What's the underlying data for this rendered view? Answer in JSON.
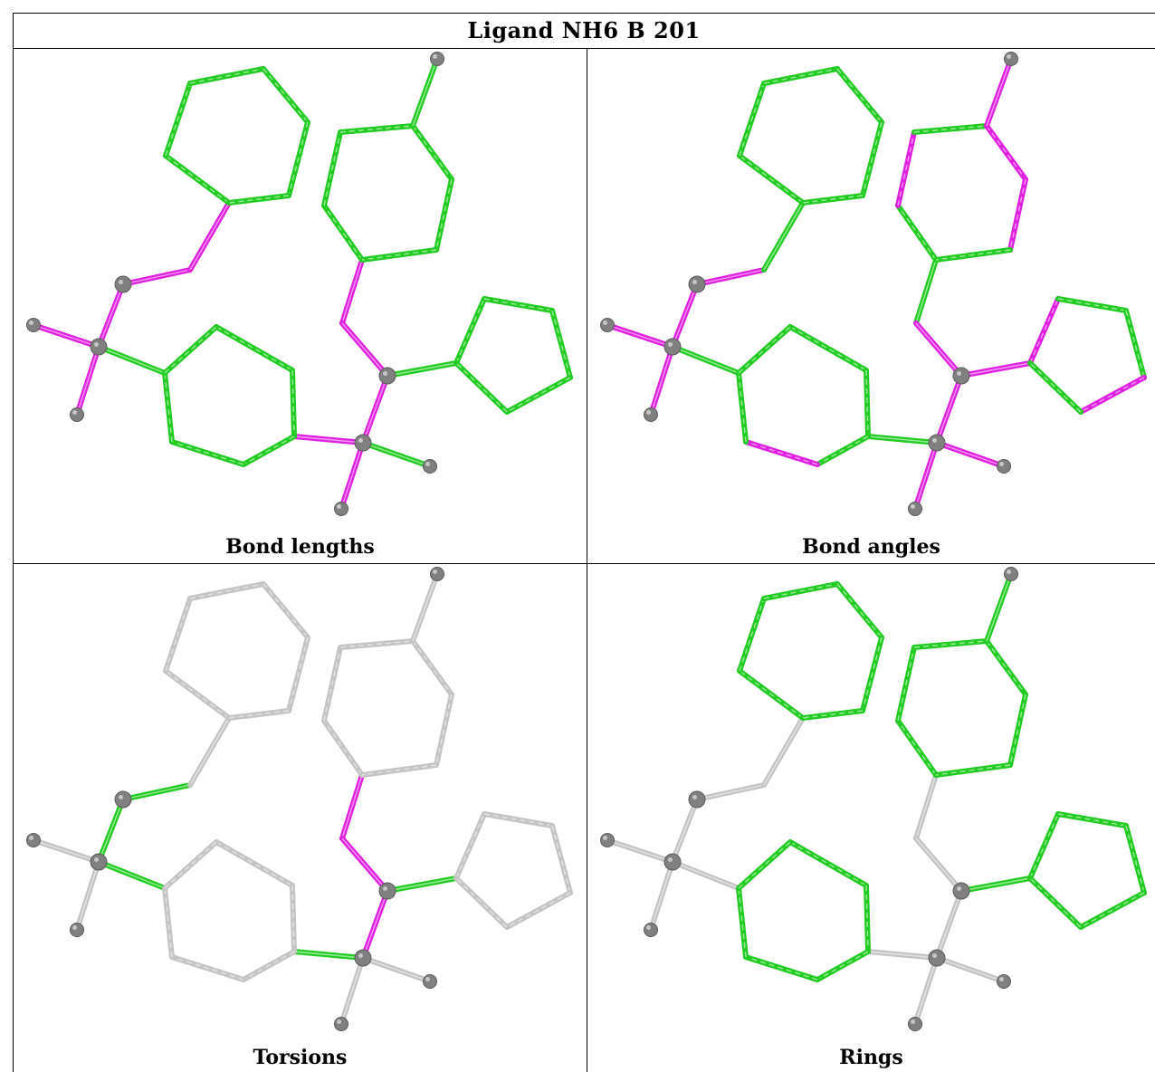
{
  "title": "Ligand NH6 B 201",
  "colors": {
    "green": "#22cc22",
    "magenta": "#e020e0",
    "gray": "#c4c4c4",
    "atom": "#808080"
  },
  "panels": [
    {
      "caption": "Bond lengths",
      "bonds": [
        "M",
        "M",
        "M",
        "G",
        "M",
        "M",
        "M",
        "M",
        "M",
        "G",
        "M",
        "M",
        "G",
        "G",
        "G",
        "G",
        "G",
        "G",
        "G",
        "G",
        "G",
        "G",
        "G",
        "G",
        "G",
        "G",
        "G",
        "G",
        "G",
        "G",
        "G",
        "G"
      ]
    },
    {
      "caption": "Bond angles",
      "bonds": [
        "M",
        "M",
        "M",
        "G",
        "M",
        "G",
        "G",
        "M",
        "M",
        "M",
        "M",
        "G",
        "M",
        "G",
        "G",
        "G",
        "G",
        "G",
        "G",
        "G",
        "G",
        "G",
        "M",
        "G",
        "G",
        "G",
        "M",
        "G",
        "M",
        "M",
        "G",
        "M"
      ]
    },
    {
      "caption": "Torsions",
      "bonds": [
        "Y",
        "Y",
        "G",
        "G",
        "G",
        "Y",
        "M",
        "M",
        "M",
        "Y",
        "Y",
        "G",
        "G",
        "Y",
        "Y",
        "Y",
        "Y",
        "Y",
        "Y",
        "Y",
        "Y",
        "Y",
        "Y",
        "Y",
        "Y",
        "Y",
        "Y",
        "Y",
        "Y",
        "Y",
        "Y",
        "Y"
      ]
    },
    {
      "caption": "Rings",
      "bonds": [
        "Y",
        "Y",
        "Y",
        "Y",
        "Y",
        "Y",
        "Y",
        "Y",
        "Y",
        "Y",
        "Y",
        "Y",
        "G",
        "G",
        "G",
        "G",
        "G",
        "G",
        "G",
        "G",
        "G",
        "G",
        "G",
        "G",
        "G",
        "G",
        "G",
        "G",
        "G",
        "G",
        "G",
        "G"
      ]
    }
  ]
}
